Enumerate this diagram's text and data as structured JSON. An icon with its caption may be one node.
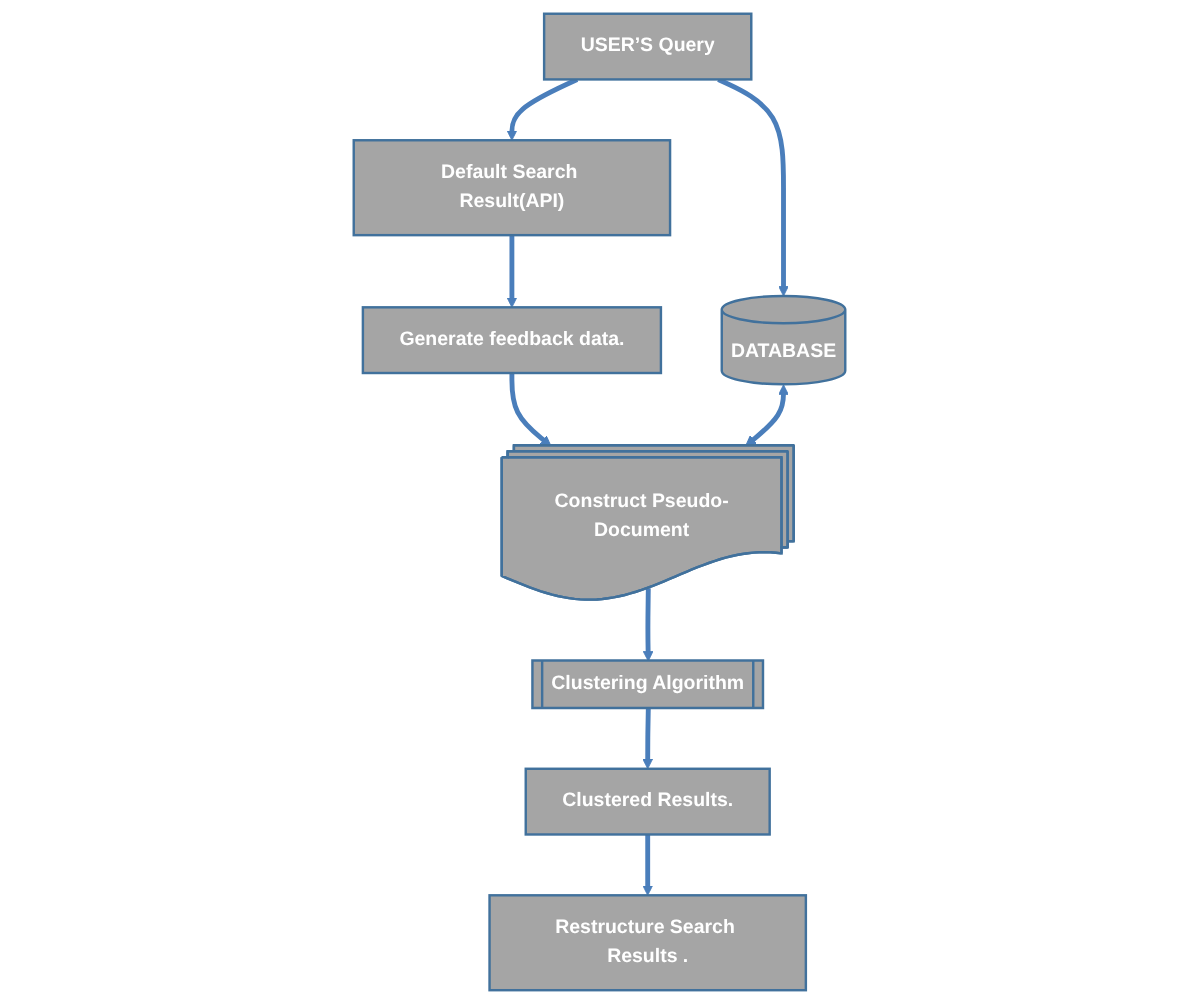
{
  "diagram": {
    "nodes": [
      {
        "text": [
          "USER’S Query"
        ]
      },
      {
        "text": [
          "Default Search Result(API)"
        ]
      },
      {
        "text": [
          "DATABASE"
        ]
      },
      {
        "text": [
          "Generate feedback data."
        ]
      },
      {
        "text": [
          "Construct Pseudo-Document"
        ]
      },
      {
        "text": [
          "Clustering Algorithm"
        ]
      },
      {
        "text": [
          "Clustered Results."
        ]
      },
      {
        "text": [
          "Restructure Search Results ."
        ]
      }
    ],
    "edges": [
      {
        "from": 0,
        "to": 1,
        "arrow": "to"
      },
      {
        "from": 0,
        "to": 2,
        "arrow": "to"
      },
      {
        "from": 1,
        "to": 3,
        "arrow": "to"
      },
      {
        "from": 3,
        "to": 4,
        "arrow": "to"
      },
      {
        "from": 2,
        "to": 4,
        "arrow": "both"
      },
      {
        "from": 4,
        "to": 5,
        "arrow": "to"
      },
      {
        "from": 5,
        "to": 6,
        "arrow": "to"
      },
      {
        "from": 6,
        "to": 7,
        "arrow": "to"
      }
    ]
  }
}
